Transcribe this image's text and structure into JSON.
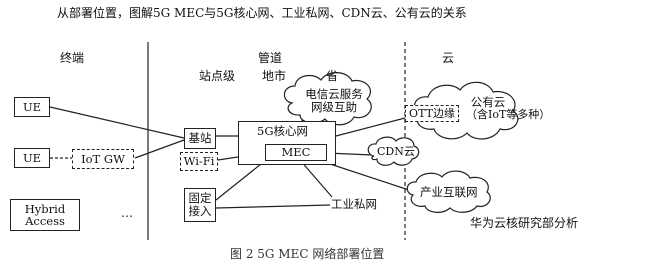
{
  "title": "从部署位置，图解5G MEC与5G核心网、工业私网、CDN云、公有云的关系",
  "columns": {
    "terminal": "终端",
    "pipe": "管道",
    "cloud": "云"
  },
  "levels": {
    "site": "站点级",
    "city": "地市",
    "province": "省"
  },
  "terminal_nodes": {
    "ue1": "UE",
    "ue2": "UE",
    "iot_gw": "IoT GW",
    "hybrid_line1": "Hybrid",
    "hybrid_line2": "Access",
    "ellipsis": "…"
  },
  "access_nodes": {
    "base_station": "基站",
    "wifi": "Wi-Fi",
    "fixed_line1": "固定",
    "fixed_line2": "接入"
  },
  "core": {
    "core_label": "5G核心网",
    "mec_label": "MEC"
  },
  "clouds": {
    "telecom_line1": "电信云服务",
    "telecom_line2": "网级互助",
    "ott_edge": "OTT边缘",
    "public_line1": "公有云",
    "public_line2": "（含IoT等多种）",
    "cdn": "CDN云",
    "industry_internet": "产业互联网"
  },
  "industrial_private_network": "工业私网",
  "source_note": "华为云核研究部分析",
  "caption": "图 2    5G MEC 网络部署位置"
}
